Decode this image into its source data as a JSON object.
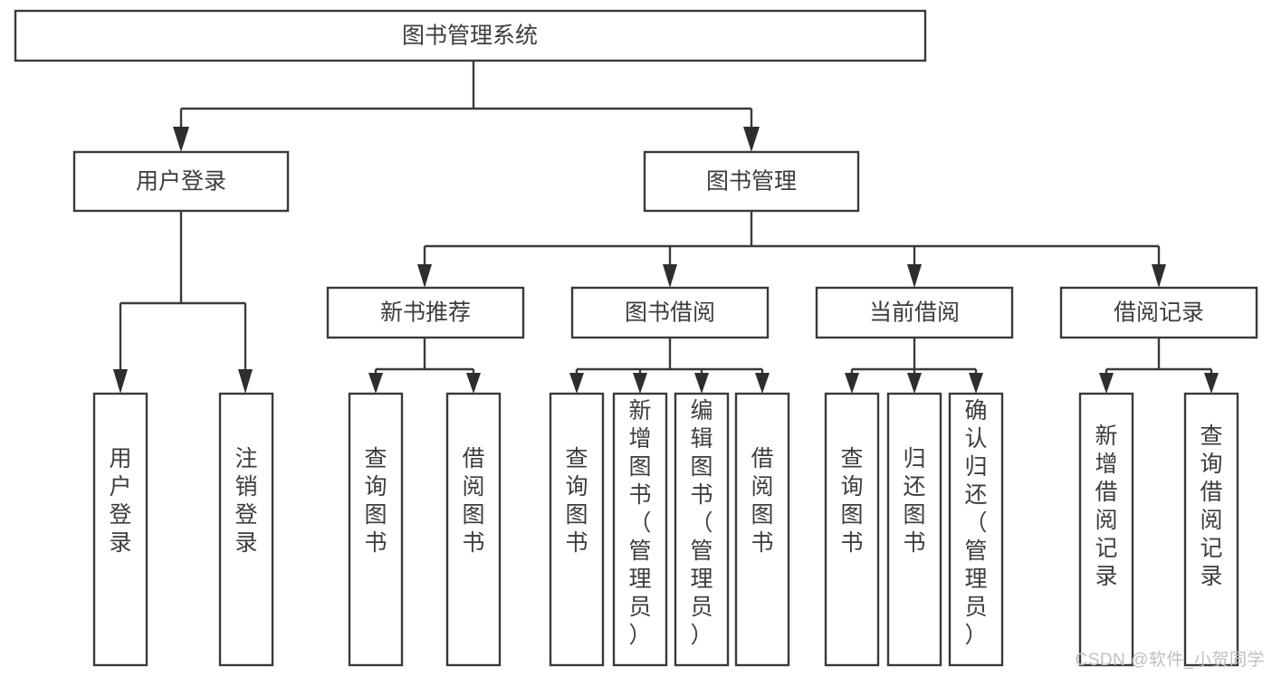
{
  "diagram": {
    "type": "tree-hierarchy",
    "title": "图书管理系统",
    "watermark": "CSDN @软件_小贺同学",
    "colors": {
      "stroke": "#3a3a3a",
      "text": "#3d3d3d",
      "background": "#ffffff",
      "watermark": "#bfbfbf"
    },
    "levels": {
      "root": {
        "label": "图书管理系统"
      },
      "level2": [
        {
          "label": "用户登录"
        },
        {
          "label": "图书管理"
        }
      ],
      "level3": [
        {
          "label": "新书推荐"
        },
        {
          "label": "图书借阅"
        },
        {
          "label": "当前借阅"
        },
        {
          "label": "借阅记录"
        }
      ],
      "leaves_user_login": [
        {
          "label": "用户登录"
        },
        {
          "label": "注销登录"
        }
      ],
      "leaves_new_book": [
        {
          "label": "查询图书"
        },
        {
          "label": "借阅图书"
        }
      ],
      "leaves_borrow": [
        {
          "label": "查询图书"
        },
        {
          "label": "新增图书（管理员）"
        },
        {
          "label": "编辑图书（管理员）"
        },
        {
          "label": "借阅图书"
        }
      ],
      "leaves_current": [
        {
          "label": "查询图书"
        },
        {
          "label": "归还图书"
        },
        {
          "label": "确认归还（管理员）"
        }
      ],
      "leaves_records": [
        {
          "label": "新增借阅记录"
        },
        {
          "label": "查询借阅记录"
        }
      ]
    }
  }
}
